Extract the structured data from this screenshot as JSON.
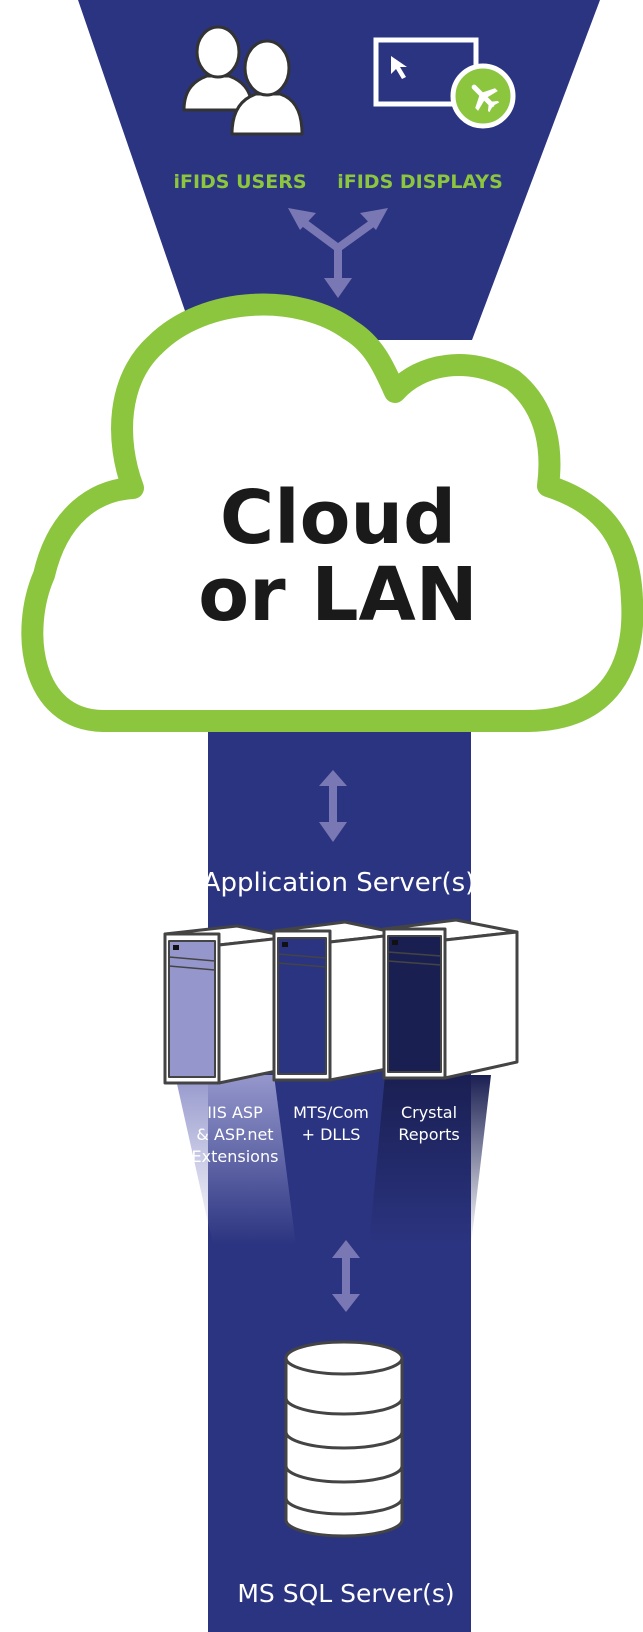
{
  "users_label": "iFIDS USERS",
  "displays_label": "iFIDS DISPLAYS",
  "cloud_line1": "Cloud",
  "cloud_line2": "or LAN",
  "app_server_label": "Application Server(s)",
  "server_labels": {
    "iis": [
      "IIS ASP",
      "& ASP.net",
      "Extensions"
    ],
    "mts": [
      "MTS/Com",
      "+ DLLS"
    ],
    "crystal": [
      "Crystal",
      "Reports"
    ]
  },
  "sql_server_label": "MS SQL Server(s)",
  "icons": [
    "users-icon",
    "display-icon",
    "airplane-icon",
    "cursor-icon",
    "arrow-icon",
    "server-icon",
    "database-icon"
  ],
  "colors": {
    "navy": "#2b3480",
    "green": "#8cc63f",
    "arrow": "#7a78b4",
    "server_light": "#9597cc",
    "server_mid": "#2b3480",
    "server_dark": "#1a1f52"
  }
}
